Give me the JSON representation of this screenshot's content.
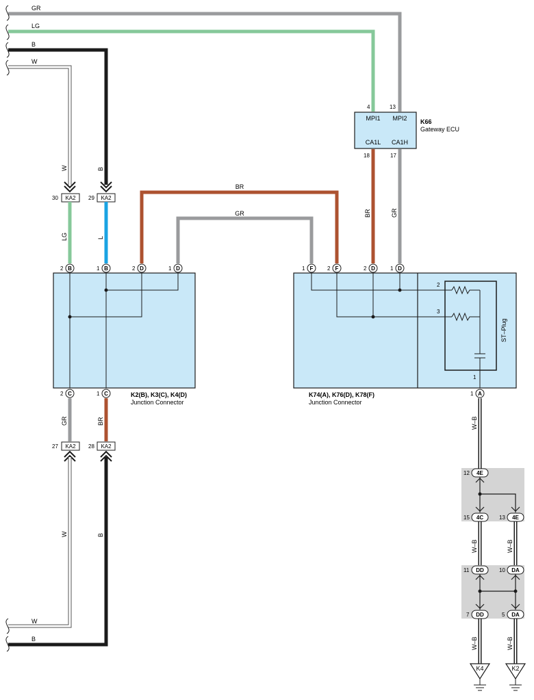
{
  "wires": {
    "gr_top": "GR",
    "lg_top": "LG",
    "b_top": "B",
    "w_top": "W",
    "w_vert_left": "W",
    "b_vert_left": "B",
    "lg_mid": "LG",
    "l_mid": "L",
    "br_top": "BR",
    "gr_top2": "GR",
    "br_right": "BR",
    "gr_right": "GR",
    "gr_low": "GR",
    "br_low": "BR",
    "w_low": "W",
    "b_low": "B",
    "w_bottom": "W",
    "b_bottom": "B",
    "wb1": "W–B",
    "wb2": "W–B",
    "wb3": "W–B",
    "wb4": "W–B",
    "wb5": "W–B"
  },
  "ecu": {
    "id": "K66",
    "name": "Gateway ECU",
    "pin_mpi1": "MPI1",
    "pin_mpi2": "MPI2",
    "pin_ca1l": "CA1L",
    "pin_ca1h": "CA1H",
    "num_4": "4",
    "num_13": "13",
    "num_18": "18",
    "num_17": "17"
  },
  "ka2": {
    "label": "KA2",
    "n30": "30",
    "n29": "29",
    "n27": "27",
    "n28": "28"
  },
  "jc_left": {
    "title": "K2(B), K3(C), K4(D)",
    "subtitle": "Junction Connector",
    "top_pins": [
      {
        "num": "2",
        "letter": "B"
      },
      {
        "num": "1",
        "letter": "B"
      },
      {
        "num": "2",
        "letter": "D"
      },
      {
        "num": "1",
        "letter": "D"
      }
    ],
    "bottom_pins": [
      {
        "num": "2",
        "letter": "C"
      },
      {
        "num": "1",
        "letter": "C"
      }
    ]
  },
  "jc_right": {
    "title": "K74(A), K76(D), K78(F)",
    "subtitle": "Junction Connector",
    "top_pins": [
      {
        "num": "1",
        "letter": "F"
      },
      {
        "num": "2",
        "letter": "F"
      },
      {
        "num": "2",
        "letter": "D"
      },
      {
        "num": "1",
        "letter": "D"
      }
    ],
    "bottom_pin": {
      "num": "1",
      "letter": "A"
    },
    "st_plug": "ST–Plug",
    "st_n2": "2",
    "st_n3": "3",
    "st_n1": "1"
  },
  "junctions": {
    "j12": {
      "num": "12",
      "letter": "4E"
    },
    "j15": {
      "num": "15",
      "letter": "4C"
    },
    "j13": {
      "num": "13",
      "letter": "4E"
    },
    "j11": {
      "num": "11",
      "letter": "DD"
    },
    "j10": {
      "num": "10",
      "letter": "DA"
    },
    "j7": {
      "num": "7",
      "letter": "DD"
    },
    "j5": {
      "num": "5",
      "letter": "DA"
    }
  },
  "grounds": {
    "g1": "K4",
    "g2": "K2"
  },
  "colors": {
    "gray": "#9a9b9d",
    "green": "#86c89a",
    "black": "#1b1b1b",
    "brown": "#ad5230",
    "blue": "#1aa3e3",
    "box": "#c9e8f8",
    "band": "#d4d4d4"
  }
}
